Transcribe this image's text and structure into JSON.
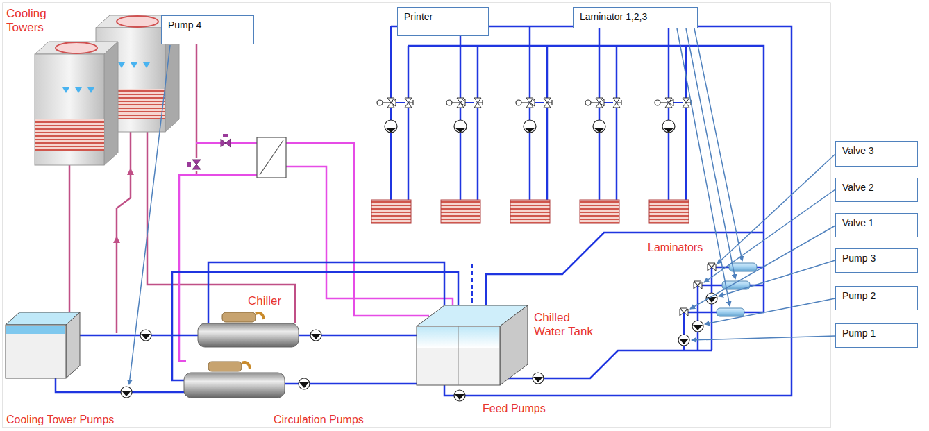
{
  "diagram": {
    "nodes": [
      {
        "text": [
          "Pump 4"
        ]
      },
      {
        "text": [
          "Printer"
        ]
      },
      {
        "text": [
          "Laminator 1,2,3"
        ]
      },
      {
        "text": [
          "Valve 3"
        ]
      },
      {
        "text": [
          "Valve 2"
        ]
      },
      {
        "text": [
          "Valve 1"
        ]
      },
      {
        "text": [
          "Pump 3"
        ]
      },
      {
        "text": [
          "Pump 2"
        ]
      },
      {
        "text": [
          "Pump 1"
        ]
      }
    ],
    "labels": [
      "Cooling Towers",
      "Chiller",
      "Chilled Water Tank",
      "Laminators",
      "Cooling Tower Pumps",
      "Circulation Pumps",
      "Feed Pumps"
    ]
  }
}
